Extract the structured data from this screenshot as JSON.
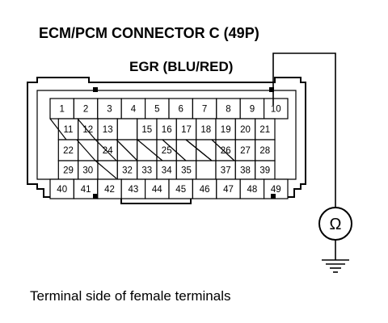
{
  "title": "ECM/PCM CONNECTOR C (49P)",
  "signal_label": "EGR (BLU/RED)",
  "meter_symbol": "Ω",
  "caption": "Terminal side of female terminals",
  "grid_rows": [
    [
      "1",
      "2",
      "3",
      "4",
      "5",
      "6",
      "7",
      "8",
      "9",
      "10"
    ],
    [
      "",
      "11",
      "12",
      "13",
      "",
      "15",
      "16",
      "17",
      "18",
      "19",
      "20",
      "21"
    ],
    [
      "",
      "22",
      "",
      "24",
      "",
      "",
      "25",
      "",
      "",
      "26",
      "27",
      "28"
    ],
    [
      "",
      "29",
      "30",
      "",
      "32",
      "33",
      "34",
      "35",
      "",
      "37",
      "38",
      "39"
    ],
    [
      "40",
      "41",
      "42",
      "43",
      "44",
      "45",
      "46",
      "47",
      "48",
      "49"
    ]
  ],
  "highlighted_terminal": "10"
}
